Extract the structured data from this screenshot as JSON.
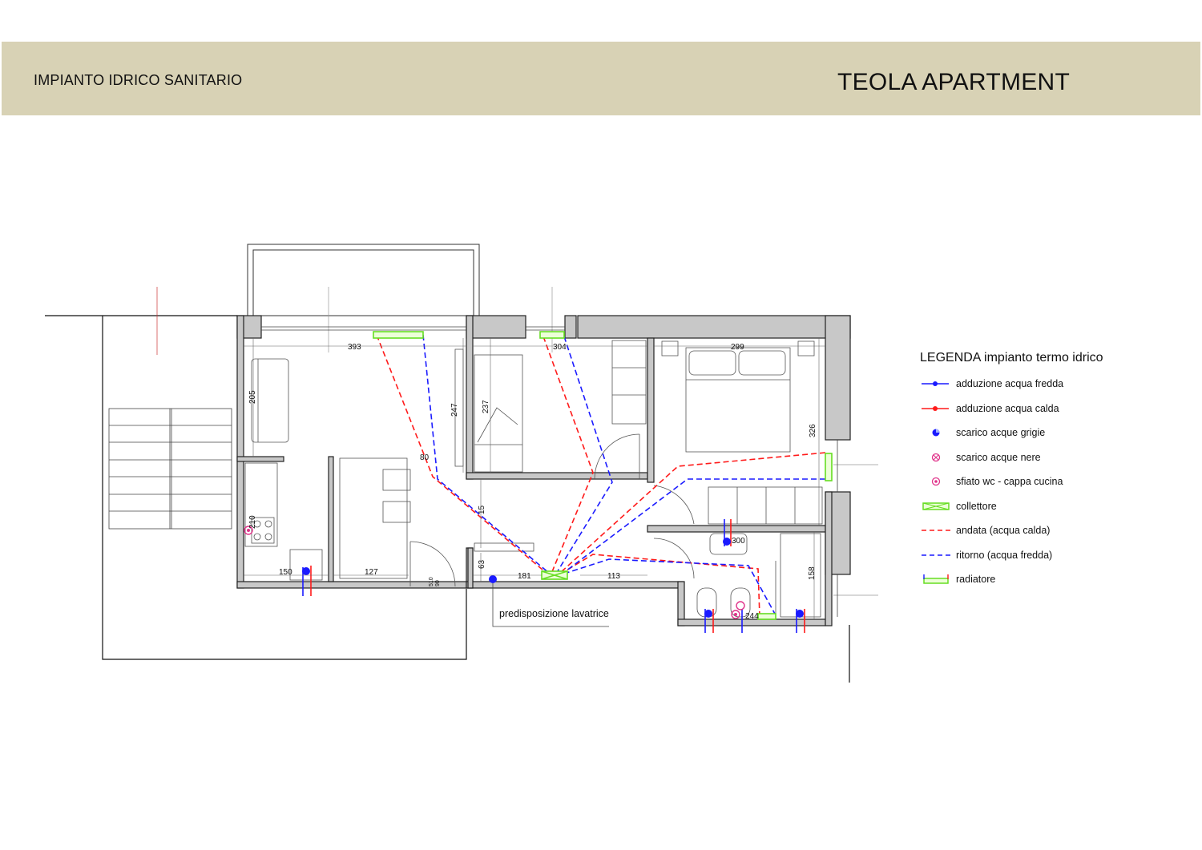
{
  "header": {
    "subtitle": "IMPIANTO IDRICO SANITARIO",
    "title": "TEOLA APARTMENT"
  },
  "legend": {
    "title": "LEGENDA impianto termo idrico",
    "items": [
      {
        "label": "adduzione acqua fredda",
        "icon": "cold-supply-line-icon",
        "color": "#1a1aff"
      },
      {
        "label": "adduzione acqua calda",
        "icon": "hot-supply-line-icon",
        "color": "#ff1a1a"
      },
      {
        "label": "scarico acque grigie",
        "icon": "grey-water-drain-icon",
        "color": "#1a1aff"
      },
      {
        "label": "scarico acque nere",
        "icon": "black-water-drain-icon",
        "color": "#e0338a"
      },
      {
        "label": "sfiato wc - cappa cucina",
        "icon": "vent-icon",
        "color": "#e0338a"
      },
      {
        "label": "collettore",
        "icon": "manifold-icon",
        "color": "#66dd22"
      },
      {
        "label": "andata (acqua calda)",
        "icon": "flow-dashed-red-icon",
        "color": "#ff1a1a"
      },
      {
        "label": "ritorno (acqua fredda)",
        "icon": "return-dashed-blue-icon",
        "color": "#1a1aff"
      },
      {
        "label": "radiatore",
        "icon": "radiator-icon",
        "color": "#66dd22"
      }
    ]
  },
  "plan": {
    "caption": "predisposizione lavatrice",
    "dimensions": {
      "d393": "393",
      "d304": "304",
      "d299": "299",
      "d205": "205",
      "d247": "247",
      "d237": "237",
      "d326": "326",
      "d80": "80",
      "d15": "15",
      "d210": "210",
      "d63": "63",
      "d181": "181",
      "d113": "113",
      "d150": "150",
      "d127": "127",
      "d300": "300",
      "d158": "158",
      "d244": "244",
      "d510": "510",
      "d90": "90"
    }
  },
  "colors": {
    "header_bg": "#d8d2b5",
    "wall": "#c8c8c8",
    "cold": "#1a1aff",
    "hot": "#ff1a1a",
    "manifold": "#66dd22",
    "vent": "#e0338a"
  }
}
